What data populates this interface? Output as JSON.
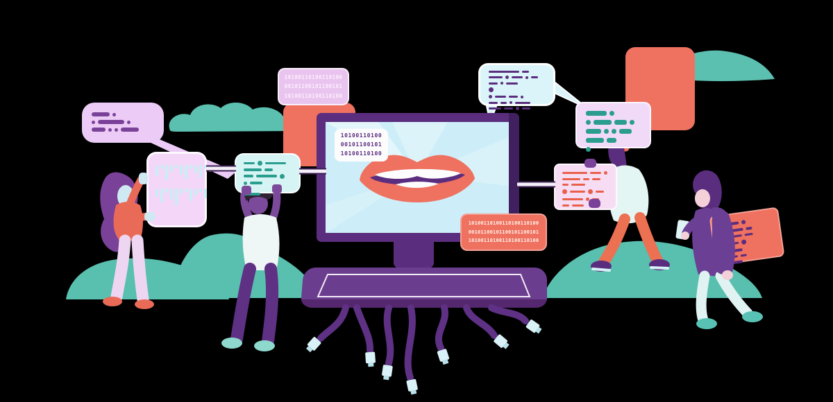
{
  "scene": {
    "description": "Flat illustration: four people exchange code and binary data around a monitor showing a speaking mouth; purple cables dangle beneath the keyboard tray",
    "background": "#000000"
  },
  "palette": {
    "bg": "#000000",
    "coral": "#ef7160",
    "coralLine": "#e8604c",
    "teal": "#2a9d8f",
    "hill": "#59bfae",
    "cloud": "#5cc0b0",
    "purpleDeep": "#5b2d7e",
    "purpleMid": "#7a4198",
    "purpleCable": "#5e3184",
    "lavender": "#ecccf7",
    "lavender2": "#f1d9f8",
    "pinkBox": "#e9c4ef",
    "pinkBoxText": "#fdeffd",
    "pinkPanel": "#f4d7f8",
    "pinkPanel2": "#f7ddf3",
    "iceTeal": "#d7f4f4",
    "iceBlue": "#daf4f9",
    "iceBar": "#c9eef5",
    "screen": "#cdeef8",
    "skinCyan": "#cfe9f2",
    "skinPurple": "#7c4a9a",
    "skinPink": "#f4d0d8",
    "mint": "#e4f6f3",
    "shoeMint": "#8fd8cd",
    "shoeTeal": "#58c3b4",
    "tray": "#6b3d8e",
    "tipLight": "#d9f2f7"
  },
  "binary_boxes": {
    "top_pink": "10100110100110100\n00101100101100101\n10100110100110100",
    "on_screen": "10100110100\n00101100101\n10100110100",
    "bottom_coral": "10100110100110100110100\n00101100101100101100101\n10100110100110100110100"
  },
  "code_boxes": {
    "left_bubble_rows": [
      [
        26,
        5
      ],
      [
        5,
        38,
        5
      ],
      [
        20,
        5,
        5,
        26
      ]
    ],
    "teal_box_rows": [
      [
        16,
        7,
        30
      ],
      [
        26,
        12
      ],
      [
        14,
        30,
        7
      ],
      [
        5,
        18
      ],
      [
        11
      ],
      [
        24
      ]
    ],
    "blue_bubble_rows": [
      [
        44,
        10
      ],
      [
        20,
        5,
        16,
        4,
        10
      ],
      [
        13,
        4,
        17
      ],
      [
        7
      ],
      [
        5,
        16,
        13,
        4
      ],
      [
        13,
        9,
        4,
        22
      ],
      [
        18,
        13,
        5,
        12
      ]
    ],
    "lavender_box_rows": [
      [
        30,
        7
      ],
      [
        7,
        26,
        18,
        7
      ],
      [
        22,
        7,
        7,
        18
      ],
      [
        26,
        14
      ],
      [
        7
      ]
    ],
    "right_pink_rows": [
      [
        36,
        16,
        5
      ],
      [
        26,
        9,
        12
      ],
      [
        9,
        20
      ],
      [
        7,
        22,
        7,
        12
      ],
      [
        30,
        5,
        10
      ],
      [
        10,
        17
      ]
    ],
    "orange_panel_rows": [
      [
        28,
        6
      ],
      [
        9,
        20,
        9
      ],
      [
        30,
        12
      ],
      [
        24,
        7
      ],
      [
        28
      ],
      [
        20,
        9
      ],
      [
        26
      ]
    ]
  },
  "waveform_panel": {
    "groups": [
      [
        16,
        6,
        22,
        10,
        5,
        14,
        20,
        6,
        12,
        18,
        5,
        10
      ],
      [
        12,
        20,
        6,
        16,
        24,
        8,
        5,
        18,
        10,
        6,
        14
      ]
    ]
  }
}
